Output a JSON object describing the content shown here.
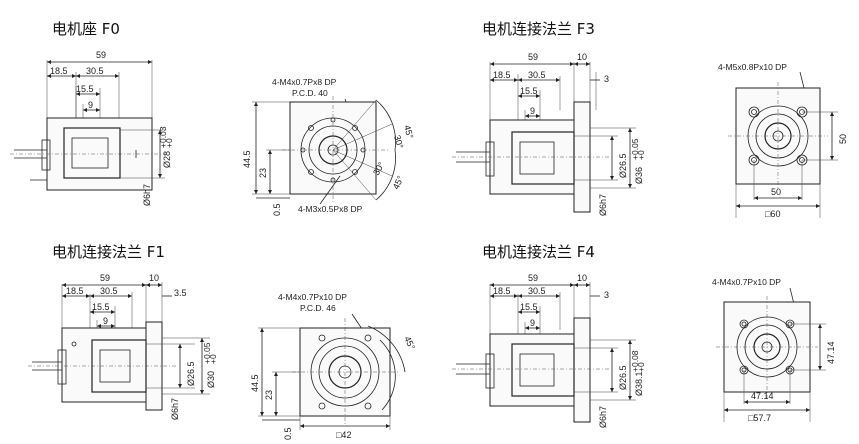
{
  "sections": {
    "f0": {
      "title": "电机座 F0",
      "side": {
        "d59": "59",
        "d185": "18.5",
        "d305": "30.5",
        "d155": "15.5",
        "d9": "9",
        "phi28": "Ø28",
        "phi28_tol_up": "+0.03",
        "phi28_tol_dn": "+0",
        "phi6h7": "Ø6h7"
      },
      "front": {
        "note_top": "4-M4x0.7Px8 DP",
        "pcd": "P.C.D. 40",
        "note_bottom": "4-M3x0.5Px8 DP",
        "h445": "44.5",
        "h23": "23",
        "h05": "0.5",
        "a45a": "45°",
        "a30a": "30°",
        "a30b": "30°",
        "a45b": "45°"
      }
    },
    "f1": {
      "title": "电机连接法兰 F1",
      "side": {
        "d59": "59",
        "d10": "10",
        "d185": "18.5",
        "d305": "30.5",
        "d35": "3.5",
        "d155": "15.5",
        "d9": "9",
        "phi265": "Ø26.5",
        "phi30": "Ø30",
        "phi30_tol_up": "+0.05",
        "phi30_tol_dn": "+0",
        "phi6h7": "Ø6h7"
      },
      "front": {
        "note_top": "4-M4x0.7Px10 DP",
        "pcd": "P.C.D. 46",
        "h445": "44.5",
        "h23": "23",
        "h05": "0.5",
        "a45": "45°",
        "sq": "□42"
      }
    },
    "f3": {
      "title": "电机连接法兰 F3",
      "side": {
        "d59": "59",
        "d10": "10",
        "d185": "18.5",
        "d305": "30.5",
        "d3": "3",
        "d155": "15.5",
        "d9": "9",
        "phi265": "Ø26.5",
        "phi36": "Ø36",
        "phi36_tol_up": "+0.05",
        "phi36_tol_dn": "+0",
        "phi6h7": "Ø6h7"
      },
      "front": {
        "note_top": "4-M5x0.8Px10 DP",
        "d50v": "50",
        "d50h": "50",
        "sq": "□60"
      }
    },
    "f4": {
      "title": "电机连接法兰 F4",
      "side": {
        "d59": "59",
        "d10": "10",
        "d185": "18.5",
        "d305": "30.5",
        "d3": "3",
        "d155": "15.5",
        "d9": "9",
        "phi265": "Ø26.5",
        "phi381": "Ø38.1",
        "phi381_tol_up": "+0.08",
        "phi381_tol_dn": "+0",
        "phi6h7": "Ø6h7"
      },
      "front": {
        "note_top": "4-M4x0.7Px10 DP",
        "d4714v": "47.14",
        "d4714h": "47.14",
        "sq": "□57.7"
      }
    }
  }
}
